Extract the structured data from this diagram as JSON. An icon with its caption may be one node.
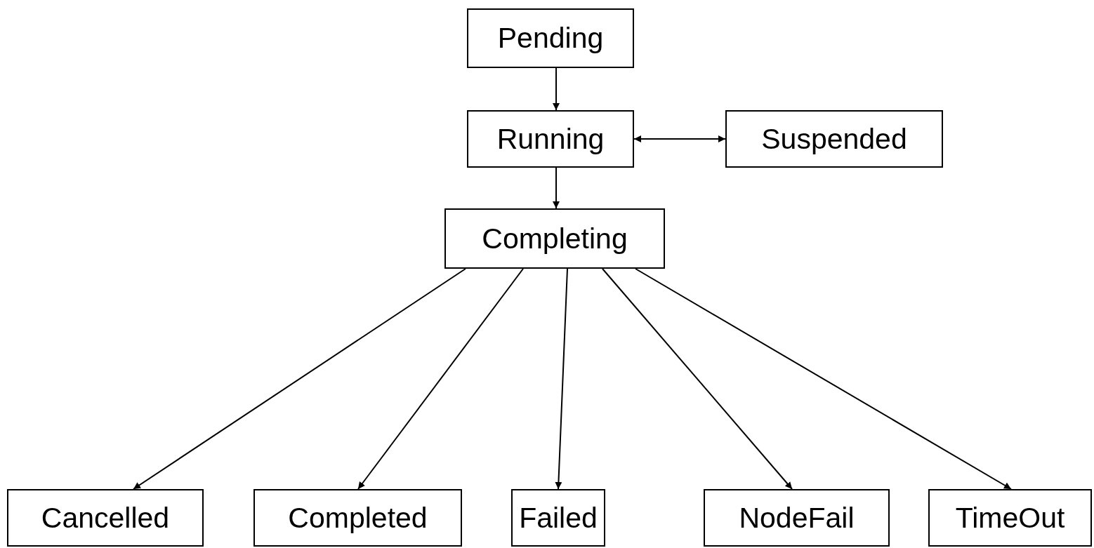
{
  "diagram": {
    "nodes": [
      {
        "text": [
          "Pending"
        ]
      },
      {
        "text": [
          "Running"
        ]
      },
      {
        "text": [
          "Suspended"
        ]
      },
      {
        "text": [
          "Completing"
        ]
      },
      {
        "text": [
          "Cancelled"
        ]
      },
      {
        "text": [
          "Completed"
        ]
      },
      {
        "text": [
          "Failed"
        ]
      },
      {
        "text": [
          "NodeFail"
        ]
      },
      {
        "text": [
          "TimeOut"
        ]
      }
    ],
    "edges": [
      {
        "from": 0,
        "to": 1,
        "arrow": "to"
      },
      {
        "from": 1,
        "to": 2,
        "arrow": "both"
      },
      {
        "from": 1,
        "to": 3,
        "arrow": "to"
      },
      {
        "from": 3,
        "to": 4,
        "arrow": "to"
      },
      {
        "from": 3,
        "to": 5,
        "arrow": "to"
      },
      {
        "from": 3,
        "to": 6,
        "arrow": "to"
      },
      {
        "from": 3,
        "to": 7,
        "arrow": "to"
      },
      {
        "from": 3,
        "to": 8,
        "arrow": "to"
      }
    ]
  }
}
